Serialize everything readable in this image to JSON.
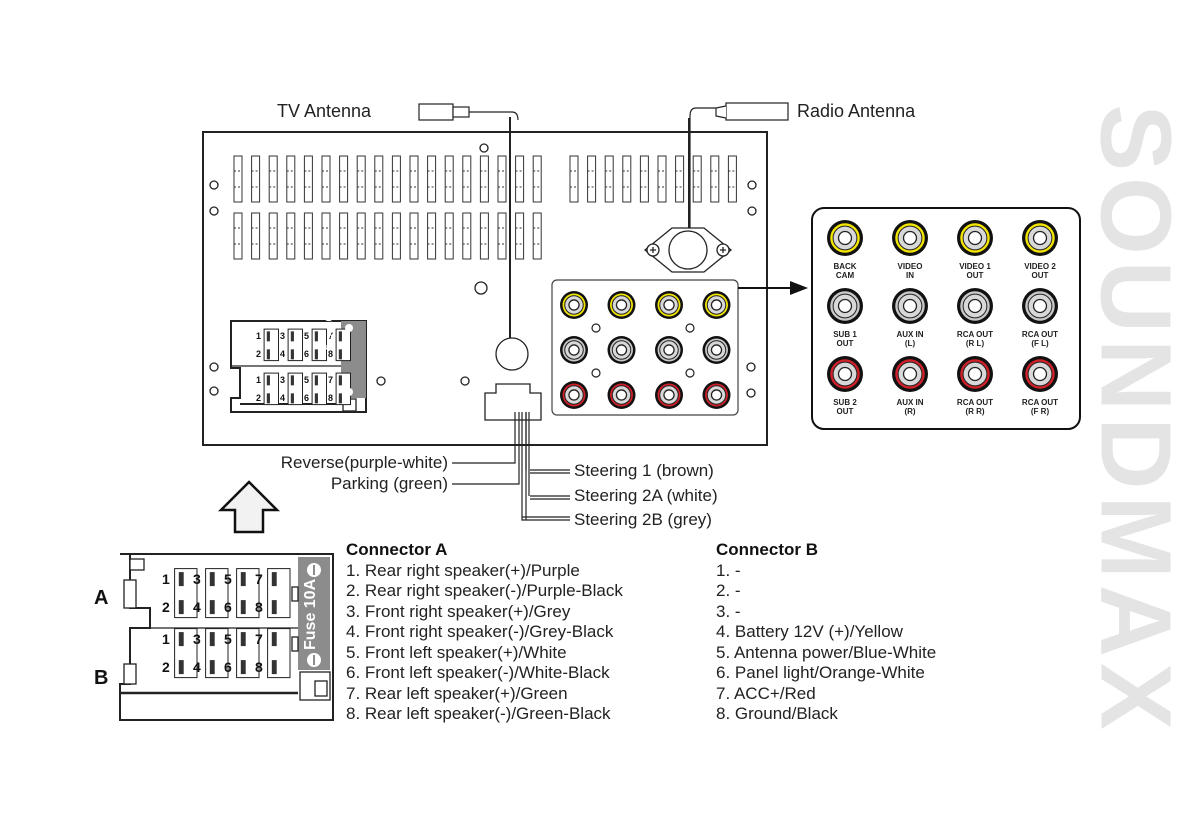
{
  "brand": {
    "watermark": "SOUNDMAX"
  },
  "antennas": {
    "tv": "TV Antenna",
    "radio": "Radio Antenna"
  },
  "wires": {
    "reverse": "Reverse(purple-white)",
    "parking": "Parking (green)",
    "steering_1": "Steering 1 (brown)",
    "steering_2a": "Steering 2A (white)",
    "steering_2b": "Steering 2B (grey)"
  },
  "colors": {
    "video_jack": "#f2e600",
    "audio_left_jack": "#c8c8c8",
    "audio_right_jack": "#d0202a",
    "fuse_panel": "#8c8c8c",
    "watermark": "#e4e4e4"
  },
  "rca_panel": {
    "rows": [
      {
        "color": "yellow",
        "jacks": [
          {
            "line1": "BACK",
            "line2": "CAM"
          },
          {
            "line1": "VIDEO",
            "line2": "IN"
          },
          {
            "line1": "VIDEO 1",
            "line2": "OUT"
          },
          {
            "line1": "VIDEO 2",
            "line2": "OUT"
          }
        ]
      },
      {
        "color": "grey",
        "jacks": [
          {
            "line1": "SUB 1",
            "line2": "OUT"
          },
          {
            "line1": "AUX IN",
            "line2": "(L)"
          },
          {
            "line1": "RCA OUT",
            "line2": "(R L)"
          },
          {
            "line1": "RCA OUT",
            "line2": "(F L)"
          }
        ]
      },
      {
        "color": "red",
        "jacks": [
          {
            "line1": "SUB 2",
            "line2": "OUT"
          },
          {
            "line1": "AUX IN",
            "line2": "(R)"
          },
          {
            "line1": "RCA OUT",
            "line2": "(R R)"
          },
          {
            "line1": "RCA OUT",
            "line2": "(F R)"
          }
        ]
      }
    ]
  },
  "iso_connector": {
    "fuse_label": "Fuse 10A",
    "label_a": "A",
    "label_b": "B",
    "pins": [
      "1",
      "2",
      "3",
      "4",
      "5",
      "6",
      "7",
      "8"
    ]
  },
  "connector_a": {
    "title": "Connector A",
    "items": [
      "1. Rear right speaker(+)/Purple",
      "2. Rear right speaker(-)/Purple-Black",
      "3. Front right speaker(+)/Grey",
      "4. Front right speaker(-)/Grey-Black",
      "5. Front left speaker(+)/White",
      "6. Front left speaker(-)/White-Black",
      "7. Rear left speaker(+)/Green",
      "8. Rear left speaker(-)/Green-Black"
    ]
  },
  "connector_b": {
    "title": "Connector B",
    "items": [
      "1. -",
      "2. -",
      "3. -",
      "4. Battery 12V (+)/Yellow",
      "5. Antenna power/Blue-White",
      "6. Panel light/Orange-White",
      "7. ACC+/Red",
      "8. Ground/Black"
    ]
  }
}
